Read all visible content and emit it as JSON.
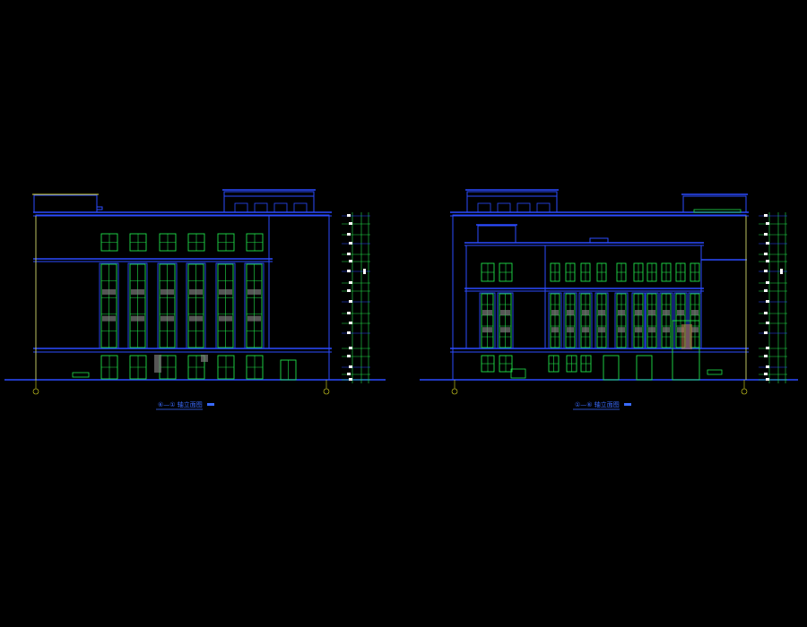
{
  "colors": {
    "background": "#000000",
    "outline": "#2b4bff",
    "window": "#21e04a",
    "accent": "#e0e03a",
    "ground": "#2b4bff"
  },
  "drawings": [
    {
      "id": "left",
      "title": "⑥—① 轴立面图",
      "axis_start": "⑥",
      "axis_end": "①"
    },
    {
      "id": "right",
      "title": "①—⑥ 轴立面图",
      "axis_start": "①",
      "axis_end": "⑥"
    }
  ]
}
